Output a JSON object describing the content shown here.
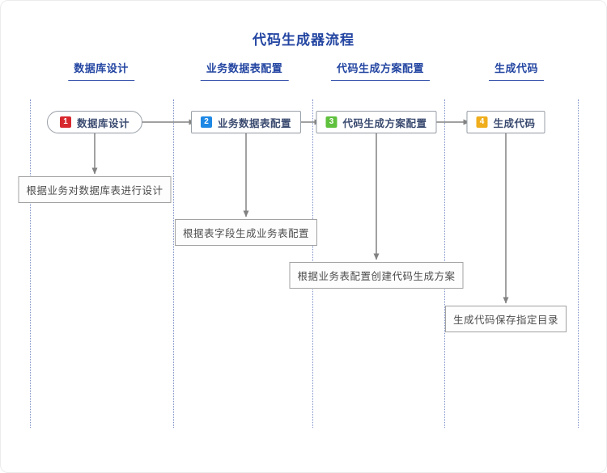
{
  "title": "代码生成器流程",
  "colors": {
    "accent_blue": "#2446a2",
    "underline_blue": "#3a57ad",
    "lane_divider_blue": "#7c8fc7",
    "arrow_gray": "#828282",
    "node_text": "#3a4a70",
    "annotation_text": "#4d4d4d",
    "badge_red": "#d7282e",
    "badge_blue": "#1e88e5",
    "badge_green": "#5fc13d",
    "badge_amber": "#f0ae1c"
  },
  "lanes": [
    {
      "label": "数据库设计"
    },
    {
      "label": "业务数据表配置"
    },
    {
      "label": "代码生成方案配置"
    },
    {
      "label": "生成代码"
    }
  ],
  "nodes": [
    {
      "step": "1",
      "label": "数据库设计",
      "badge_color": "#d7282e"
    },
    {
      "step": "2",
      "label": "业务数据表配置",
      "badge_color": "#1e88e5"
    },
    {
      "step": "3",
      "label": "代码生成方案配置",
      "badge_color": "#5fc13d"
    },
    {
      "step": "4",
      "label": "生成代码",
      "badge_color": "#f0ae1c"
    }
  ],
  "annotations": [
    {
      "text": "根据业务对数据库表进行设计"
    },
    {
      "text": "根据表字段生成业务表配置"
    },
    {
      "text": "根据业务表配置创建代码生成方案"
    },
    {
      "text": "生成代码保存指定目录"
    }
  ]
}
